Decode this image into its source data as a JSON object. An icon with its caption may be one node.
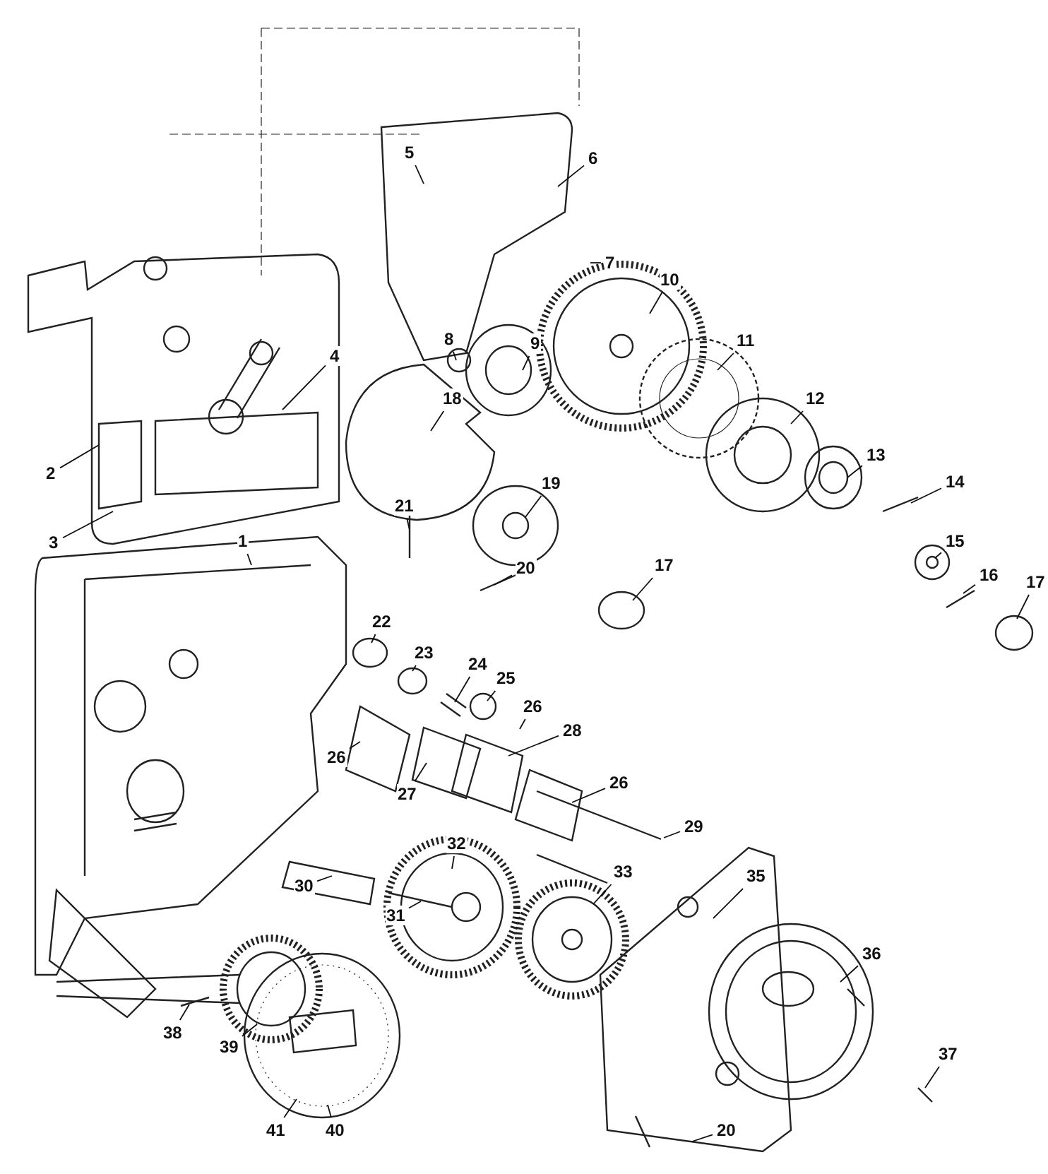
{
  "diagram": {
    "nodes": [
      {
        "text": [
          "5"
        ]
      },
      {
        "text": [
          "6"
        ]
      },
      {
        "text": [
          "7"
        ]
      },
      {
        "text": [
          "10"
        ]
      },
      {
        "text": [
          "8"
        ]
      },
      {
        "text": [
          "9"
        ]
      },
      {
        "text": [
          "11"
        ]
      },
      {
        "text": [
          "4"
        ]
      },
      {
        "text": [
          "12"
        ]
      },
      {
        "text": [
          "18"
        ]
      },
      {
        "text": [
          "13"
        ]
      },
      {
        "text": [
          "14"
        ]
      },
      {
        "text": [
          "2"
        ]
      },
      {
        "text": [
          "19"
        ]
      },
      {
        "text": [
          "21"
        ]
      },
      {
        "text": [
          "3"
        ]
      },
      {
        "text": [
          "1"
        ]
      },
      {
        "text": [
          "15"
        ]
      },
      {
        "text": [
          "20"
        ]
      },
      {
        "text": [
          "17"
        ]
      },
      {
        "text": [
          "16"
        ]
      },
      {
        "text": [
          "17"
        ]
      },
      {
        "text": [
          "22"
        ]
      },
      {
        "text": [
          "23"
        ]
      },
      {
        "text": [
          "24"
        ]
      },
      {
        "text": [
          "25"
        ]
      },
      {
        "text": [
          "26"
        ]
      },
      {
        "text": [
          "28"
        ]
      },
      {
        "text": [
          "26"
        ]
      },
      {
        "text": [
          "27"
        ]
      },
      {
        "text": [
          "26"
        ]
      },
      {
        "text": [
          "29"
        ]
      },
      {
        "text": [
          "32"
        ]
      },
      {
        "text": [
          "33"
        ]
      },
      {
        "text": [
          "35"
        ]
      },
      {
        "text": [
          "30"
        ]
      },
      {
        "text": [
          "31"
        ]
      },
      {
        "text": [
          "36"
        ]
      },
      {
        "text": [
          "38"
        ]
      },
      {
        "text": [
          "39"
        ]
      },
      {
        "text": [
          "37"
        ]
      },
      {
        "text": [
          "41"
        ]
      },
      {
        "text": [
          "40"
        ]
      },
      {
        "text": [
          "20"
        ]
      }
    ],
    "edges": [
      {
        "from": 0,
        "to": null,
        "arrow": "none"
      },
      {
        "from": 1,
        "to": null,
        "arrow": "none"
      },
      {
        "from": 2,
        "to": null,
        "arrow": "none"
      },
      {
        "from": 3,
        "to": null,
        "arrow": "none"
      },
      {
        "from": 4,
        "to": null,
        "arrow": "none"
      },
      {
        "from": 5,
        "to": null,
        "arrow": "none"
      },
      {
        "from": 6,
        "to": null,
        "arrow": "none"
      },
      {
        "from": 7,
        "to": null,
        "arrow": "none"
      },
      {
        "from": 8,
        "to": null,
        "arrow": "none"
      },
      {
        "from": 9,
        "to": null,
        "arrow": "none"
      },
      {
        "from": 10,
        "to": null,
        "arrow": "none"
      },
      {
        "from": 11,
        "to": null,
        "arrow": "none"
      },
      {
        "from": 12,
        "to": null,
        "arrow": "none"
      },
      {
        "from": 13,
        "to": null,
        "arrow": "none"
      },
      {
        "from": 14,
        "to": null,
        "arrow": "none"
      },
      {
        "from": 15,
        "to": null,
        "arrow": "none"
      },
      {
        "from": 16,
        "to": null,
        "arrow": "none"
      },
      {
        "from": 17,
        "to": null,
        "arrow": "none"
      },
      {
        "from": 18,
        "to": null,
        "arrow": "none"
      },
      {
        "from": 19,
        "to": null,
        "arrow": "none"
      },
      {
        "from": 20,
        "to": null,
        "arrow": "none"
      },
      {
        "from": 21,
        "to": null,
        "arrow": "none"
      },
      {
        "from": 22,
        "to": null,
        "arrow": "none"
      },
      {
        "from": 23,
        "to": null,
        "arrow": "none"
      },
      {
        "from": 24,
        "to": null,
        "arrow": "none"
      },
      {
        "from": 25,
        "to": null,
        "arrow": "none"
      },
      {
        "from": 26,
        "to": null,
        "arrow": "none"
      },
      {
        "from": 27,
        "to": null,
        "arrow": "none"
      },
      {
        "from": 28,
        "to": null,
        "arrow": "none"
      },
      {
        "from": 29,
        "to": null,
        "arrow": "none"
      },
      {
        "from": 30,
        "to": null,
        "arrow": "none"
      },
      {
        "from": 31,
        "to": null,
        "arrow": "none"
      },
      {
        "from": 32,
        "to": null,
        "arrow": "none"
      },
      {
        "from": 33,
        "to": null,
        "arrow": "none"
      },
      {
        "from": 34,
        "to": null,
        "arrow": "none"
      },
      {
        "from": 35,
        "to": null,
        "arrow": "none"
      },
      {
        "from": 36,
        "to": null,
        "arrow": "none"
      },
      {
        "from": 37,
        "to": null,
        "arrow": "none"
      },
      {
        "from": 38,
        "to": null,
        "arrow": "none"
      },
      {
        "from": 39,
        "to": null,
        "arrow": "none"
      },
      {
        "from": 40,
        "to": null,
        "arrow": "none"
      },
      {
        "from": 41,
        "to": null,
        "arrow": "none"
      },
      {
        "from": 42,
        "to": null,
        "arrow": "none"
      },
      {
        "from": 43,
        "to": null,
        "arrow": "none"
      }
    ]
  }
}
